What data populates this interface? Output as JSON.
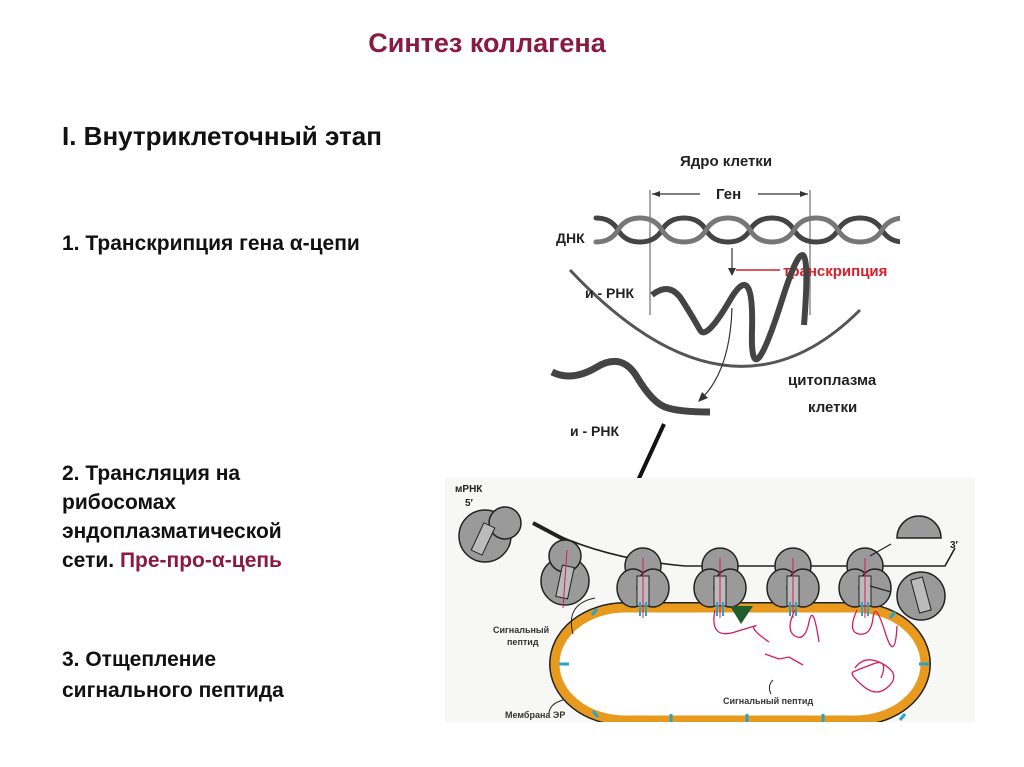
{
  "slide": {
    "title": "Синтез коллагена",
    "stage": "I. Внутриклеточный этап",
    "steps": [
      {
        "text": "1. Транскрипция гена α-цепи"
      },
      {
        "lines": [
          "2. Трансляция на",
          "рибосомах",
          "эндоплазматической"
        ],
        "last_prefix": "сети. ",
        "highlight": "Пре-про-α-цепь"
      },
      {
        "lines": [
          "3. Отщепление",
          "сигнального пептида"
        ]
      }
    ],
    "colors": {
      "accent": "#8b1a3e",
      "transcription": "#d4202a",
      "er_membrane": "#e89a1e",
      "peptide": "#d81b60",
      "ribosome": "#9a9a9a"
    }
  },
  "transcription_diagram": {
    "nucleus_label": "Ядро клетки",
    "gene_label": "Ген",
    "dna_label": "ДНК",
    "mrna_label_nucleus": "и - РНК",
    "transcription_label": "транскрипция",
    "cytoplasm_label_1": "цитоплазма",
    "cytoplasm_label_2": "клетки",
    "mrna_label_cytoplasm": "и - РНК"
  },
  "translation_diagram": {
    "mrna_label": "мРНК",
    "five_prime": "5′",
    "three_prime": "3′",
    "signal_peptide_label_1": "Сигнальный",
    "signal_peptide_label_2": "пептид",
    "signal_peptide_inner": "Сигнальный пептид",
    "er_membrane_label": "Мембрана ЭР"
  }
}
